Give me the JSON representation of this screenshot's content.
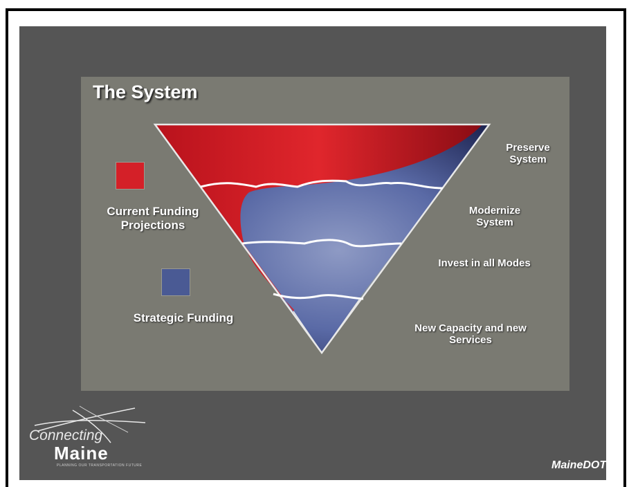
{
  "slide": {
    "title": "The System",
    "legend": {
      "current_funding": "Current Funding Projections",
      "current_funding_line1": "Current Funding",
      "current_funding_line2": "Projections",
      "strategic_funding": "Strategic Funding"
    },
    "levels": {
      "preserve_line1": "Preserve",
      "preserve_line2": "System",
      "modernize_line1": "Modernize",
      "modernize_line2": "System",
      "invest": "Invest in all Modes",
      "capacity_line1": "New Capacity and new",
      "capacity_line2": "Services"
    },
    "logo": {
      "connecting": "Connecting",
      "maine": "Maine",
      "tagline": "PLANNING OUR TRANSPORTATION FUTURE"
    },
    "brand": "MaineDOT"
  },
  "colors": {
    "current_funding": "#c8202a",
    "strategic_funding": "#4a5a94",
    "slide_bg": "#555555",
    "panel_bg": "#7a7a72"
  }
}
